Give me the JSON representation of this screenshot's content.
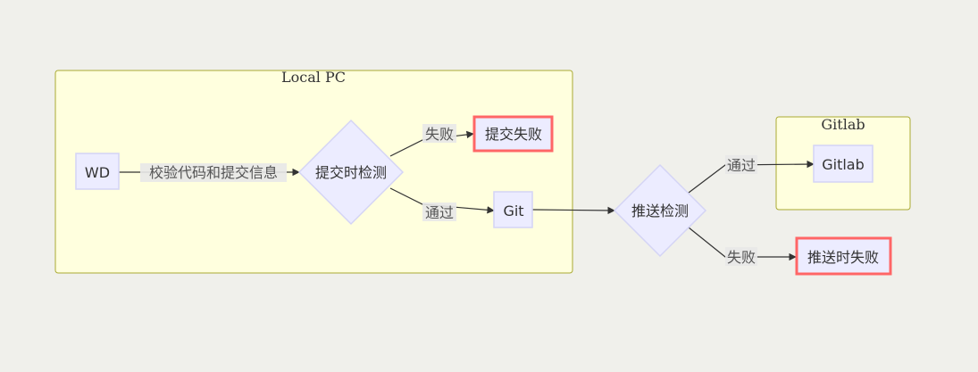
{
  "clusters": {
    "local": "Local PC",
    "gitlab": "Gitlab"
  },
  "nodes": {
    "wd": "WD",
    "commit_check": "提交时检测",
    "commit_fail": "提交失败",
    "git": "Git",
    "push_check": "推送检测",
    "gitlab": "Gitlab",
    "push_fail": "推送时失败"
  },
  "edges": {
    "wd_to_check": "校验代码和提交信息",
    "check_fail": "失败",
    "check_pass": "通过",
    "push_pass": "通过",
    "push_fail": "失败"
  },
  "colors": {
    "cluster_fill": "#ffffde",
    "node_fill": "#ececff",
    "fail_border": "#ff6666"
  }
}
